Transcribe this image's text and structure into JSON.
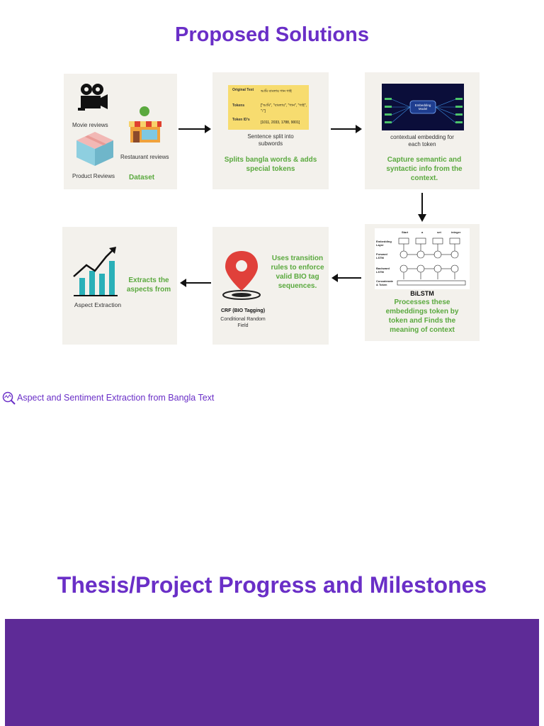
{
  "page": {
    "section1_title": "Proposed Solutions",
    "section2_title": "Thesis/Project Progress and Milestones"
  },
  "flow": {
    "dataset": {
      "movie_label": "Movie reviews",
      "restaurant_label": "Restaurant reviews",
      "product_label": "Product Reviews",
      "caption": "Dataset"
    },
    "tokenizer": {
      "rows": [
        {
          "label": "Original Text",
          "value": "আমি বাংলায় গান গাই"
        },
        {
          "label": "Tokens",
          "value": "[\"আমি\", \"বাংলায়\", \"গান\", \"গাই\", \"।\"]"
        },
        {
          "label": "Token ID's",
          "value": "[1011, 2033, 1788, 9001]"
        }
      ],
      "caption": "Sentence split into subwords",
      "description": "Splits bangla words & adds special tokens"
    },
    "embedding": {
      "model_label": "Embedding Model",
      "caption": "contextual embedding for each token",
      "description": "Capture semantic and syntactic info from the context."
    },
    "bilstm": {
      "caption": "BiLSTM",
      "description": "Processes these embeddings token by token and Finds the meaning of context",
      "row_labels": [
        "Embedding Layer",
        "Forward LSTM",
        "Backward LSTM",
        "Concatenate & Token"
      ],
      "top_words": [
        "Start",
        "a",
        "set",
        "integer"
      ]
    },
    "crf": {
      "description": "Uses transition rules to enforce valid BIO tag sequences.",
      "caption": "CRF (BIO Tagging)",
      "subcaption": "Conditional Random Field"
    },
    "aspect": {
      "description": "Extracts the aspects from",
      "caption": "Aspect Extraction"
    }
  },
  "link": {
    "text": "Aspect and Sentiment Extraction from Bangla Text",
    "icon": "magnifier-chart-icon"
  },
  "colors": {
    "title": "#6a2fc7",
    "green": "#5aa93e",
    "banner": "#5e2b97",
    "card": "#f3f1ec"
  }
}
